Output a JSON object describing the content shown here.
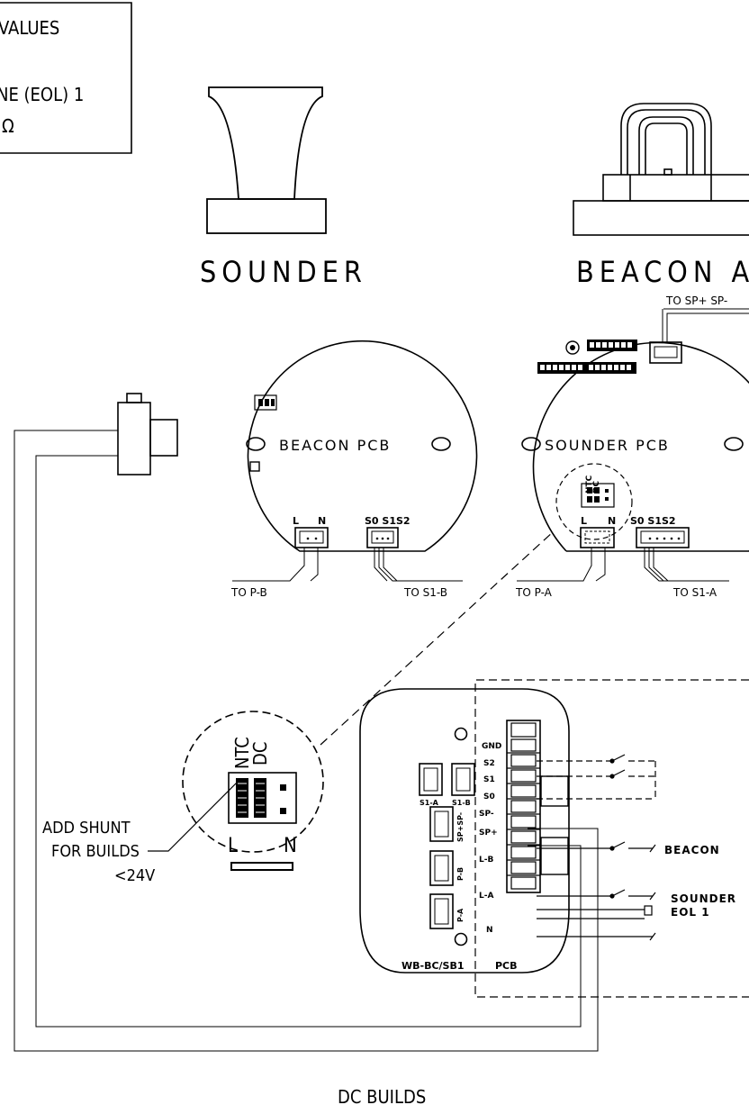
{
  "note_box": {
    "line1": "VALUES",
    "line2": "NE (EOL) 1",
    "line3": "Ω"
  },
  "devices": {
    "sounder_label": "SOUNDER",
    "beacon_label": "BEACON A"
  },
  "beacon_pcb": {
    "title": "BEACON PCB",
    "terminal_l": "L",
    "terminal_n": "N",
    "terminal_s": "S0 S1S2",
    "to_p": "TO P-B",
    "to_s": "TO S1-B"
  },
  "sounder_pcb": {
    "title": "SOUNDER PCB",
    "terminal_l": "L",
    "terminal_n": "N",
    "terminal_s": "S0 S1S2",
    "ntc": "NTC",
    "dc": "DC",
    "to_p": "TO P-A",
    "to_s": "TO S1-A",
    "to_sp": "TO SP+ SP-"
  },
  "detail": {
    "ntc": "NTC",
    "dc": "DC",
    "l": "L",
    "n": "N",
    "note_line1": "ADD SHUNT",
    "note_line2": "FOR BUILDS",
    "note_line3": "<24V"
  },
  "main_pcb": {
    "terminals": [
      "GND",
      "S2",
      "S1",
      "S0",
      "SP-",
      "SP+",
      "L-B",
      "L-A",
      "N"
    ],
    "connector_labels": [
      "S1-A",
      "S1-B",
      "SP+SP-",
      "P-B",
      "P-A"
    ],
    "model": "WB-BC/SB1",
    "pcb": "PCB",
    "beacon": "BEACON",
    "sounder": "SOUNDER",
    "eol": "EOL 1"
  },
  "footer": {
    "title": "DC BUILDS"
  }
}
